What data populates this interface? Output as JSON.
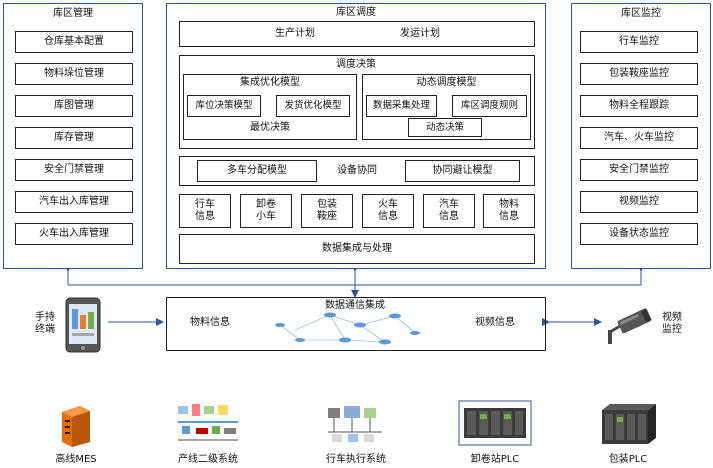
{
  "left_panel": {
    "title": "库区管理",
    "items": [
      "仓库基本配置",
      "物料垛位管理",
      "库图管理",
      "库存管理",
      "安全门禁管理",
      "汽车出入库管理",
      "火车出入库管理"
    ]
  },
  "right_panel": {
    "title": "库区监控",
    "items": [
      "行车监控",
      "包装鞍座监控",
      "物料全程跟踪",
      "汽车、火车监控",
      "安全门禁监控",
      "视频监控",
      "设备状态监控"
    ]
  },
  "center_panel": {
    "title": "库区调度",
    "plan": {
      "production": "生产计划",
      "shipping": "发运计划"
    },
    "decision": {
      "title": "调度决策",
      "integrated": {
        "title": "集成优化模型",
        "model_a": "库位决策模型",
        "model_b": "发货优化模型",
        "result": "最优决策"
      },
      "dynamic": {
        "title": "动态调度模型",
        "model_a": "数据采集处理",
        "model_b": "库区调度规则",
        "result": "动态决策"
      }
    },
    "coordination": {
      "left": "多车分配模型",
      "center": "设备协同",
      "right": "协同避让模型"
    },
    "info_boxes": [
      "行车\n信息",
      "卸卷\n小车",
      "包装\n鞍座",
      "火车\n信息",
      "汽车\n信息",
      "物料\n信息"
    ],
    "integration": "数据集成与处理"
  },
  "comm": {
    "title": "数据通信集成",
    "left": "物料信息",
    "right": "视频信息"
  },
  "handheld": "手持\n终端",
  "video": "视频\n监控",
  "bottom": [
    "高线MES",
    "产线二级系统",
    "行车执行系统",
    "卸卷站PLC",
    "包装PLC"
  ],
  "colors": {
    "panel_border": "#2f5597",
    "arrow": "#2f5597"
  }
}
